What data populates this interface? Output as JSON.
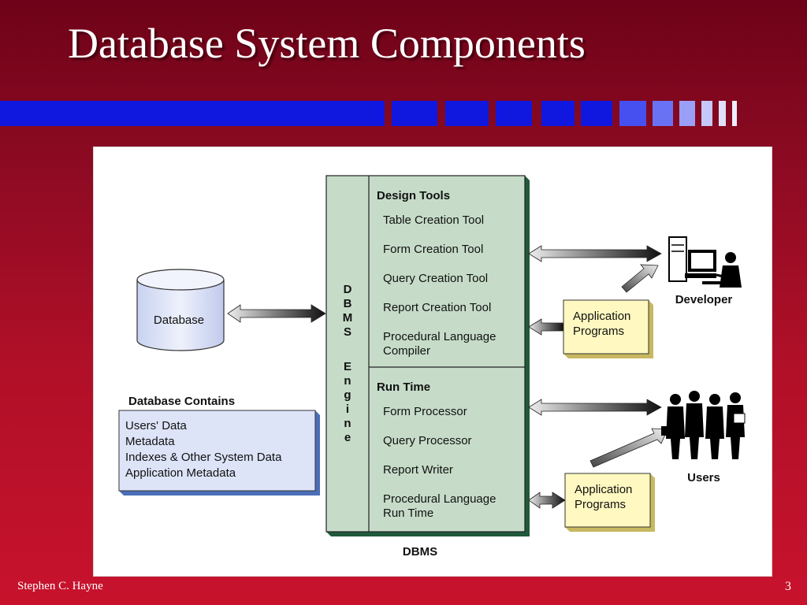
{
  "slide": {
    "title": "Database System Components",
    "author": "Stephen C. Hayne",
    "page_number": "3"
  },
  "diagram": {
    "database_label": "Database",
    "contains_title": "Database Contains",
    "contains_items": [
      "Users' Data",
      "Metadata",
      "Indexes & Other System Data",
      "Application Metadata"
    ],
    "engine_letters_1": [
      "D",
      "B",
      "M",
      "S"
    ],
    "engine_letters_2": [
      "E",
      "n",
      "g",
      "i",
      "n",
      "e"
    ],
    "design_tools": {
      "header": "Design Tools",
      "items": [
        "Table Creation Tool",
        "Form Creation Tool",
        "Query Creation Tool",
        "Report Creation Tool",
        "Procedural Language",
        "Compiler"
      ]
    },
    "run_time": {
      "header": "Run Time",
      "items": [
        "Form Processor",
        "Query Processor",
        "Report Writer",
        "Procedural Language",
        "Run Time"
      ]
    },
    "dbms_label": "DBMS",
    "developer_label": "Developer",
    "users_label": "Users",
    "app_programs_top": [
      "Application",
      "Programs"
    ],
    "app_programs_bottom": [
      "Application",
      "Programs"
    ],
    "icons": [
      "cylinder-database-icon",
      "computer-workstation-icon",
      "people-group-icon",
      "double-arrow-icon"
    ],
    "colors": {
      "slide_red": "#b01028",
      "stripe_blue": "#1018e0",
      "dbms_panel": "#c6dcc8",
      "cylinder_fill": "#dde4f8",
      "contains_box": "#dde4f8",
      "app_box": "#fff8c0"
    }
  }
}
